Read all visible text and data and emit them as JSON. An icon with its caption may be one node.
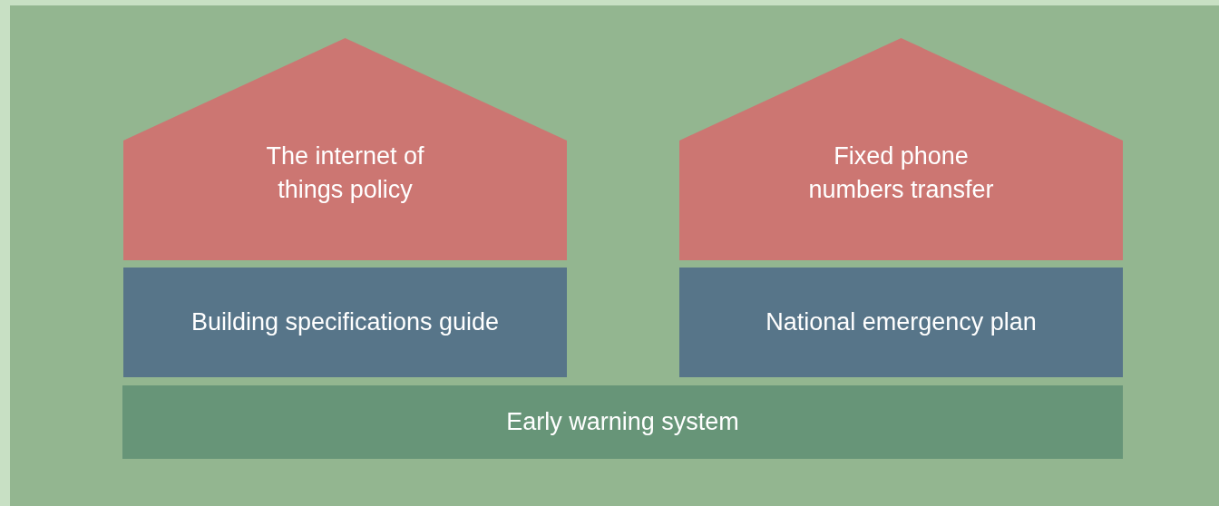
{
  "diagram": {
    "nodes": [
      {
        "text": [
          "The internet of things policy"
        ]
      },
      {
        "text": [
          "Fixed phone numbers transfer"
        ]
      },
      {
        "text": [
          "Building specifications guide"
        ]
      },
      {
        "text": [
          "National emergency plan"
        ]
      },
      {
        "text": [
          "Early warning system"
        ]
      }
    ]
  }
}
